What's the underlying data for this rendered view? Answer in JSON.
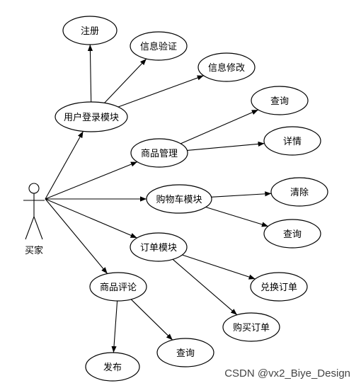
{
  "diagram": {
    "actor": {
      "label": "买家"
    },
    "nodes": {
      "zhuce": "注册",
      "xinxi_yanzheng": "信息验证",
      "xinxi_xiugai": "信息修改",
      "denglu": "用户登录模块",
      "chaxun_1": "查询",
      "shangpin_guanli": "商品管理",
      "xiangqing": "详情",
      "gouwuche": "购物车模块",
      "qingchu": "清除",
      "chaxun_2": "查询",
      "dingdan": "订单模块",
      "shangpin_pinglun": "商品评论",
      "duihuan_dingdan": "兑换订单",
      "goumai_dingdan": "购买订单",
      "chaxun_3": "查询",
      "fabu": "发布"
    },
    "edges": [
      {
        "from": "actor",
        "to": "denglu"
      },
      {
        "from": "actor",
        "to": "shangpin_guanli"
      },
      {
        "from": "actor",
        "to": "gouwuche"
      },
      {
        "from": "actor",
        "to": "dingdan"
      },
      {
        "from": "actor",
        "to": "shangpin_pinglun"
      },
      {
        "from": "denglu",
        "to": "zhuce"
      },
      {
        "from": "denglu",
        "to": "xinxi_yanzheng"
      },
      {
        "from": "denglu",
        "to": "xinxi_xiugai"
      },
      {
        "from": "shangpin_guanli",
        "to": "chaxun_1"
      },
      {
        "from": "shangpin_guanli",
        "to": "xiangqing"
      },
      {
        "from": "gouwuche",
        "to": "qingchu"
      },
      {
        "from": "gouwuche",
        "to": "chaxun_2"
      },
      {
        "from": "dingdan",
        "to": "duihuan_dingdan"
      },
      {
        "from": "dingdan",
        "to": "goumai_dingdan"
      },
      {
        "from": "shangpin_pinglun",
        "to": "chaxun_3"
      },
      {
        "from": "shangpin_pinglun",
        "to": "fabu"
      }
    ]
  },
  "watermark": "CSDN @vx2_Biye_Design"
}
